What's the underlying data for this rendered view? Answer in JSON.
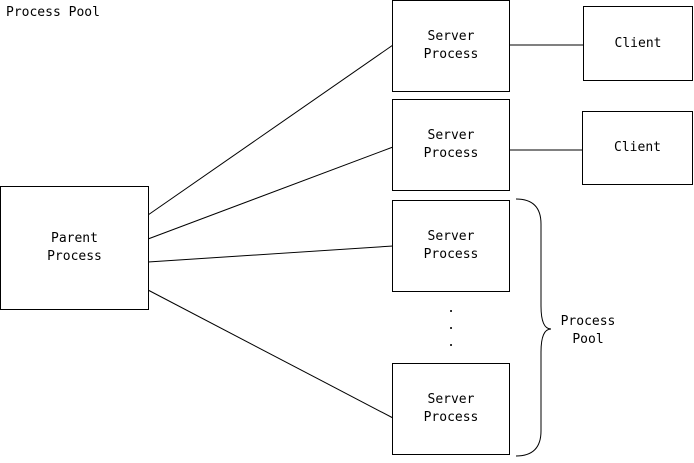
{
  "title": "Process Pool",
  "parent": {
    "label": "Parent\nProcess"
  },
  "servers": [
    {
      "label": "Server\nProcess"
    },
    {
      "label": "Server\nProcess"
    },
    {
      "label": "Server\nProcess"
    },
    {
      "label": "Server\nProcess"
    }
  ],
  "clients": [
    {
      "label": "Client"
    },
    {
      "label": "Client"
    }
  ],
  "ellipsis": ".\n.\n.",
  "pool_brace_label": "Process\nPool"
}
